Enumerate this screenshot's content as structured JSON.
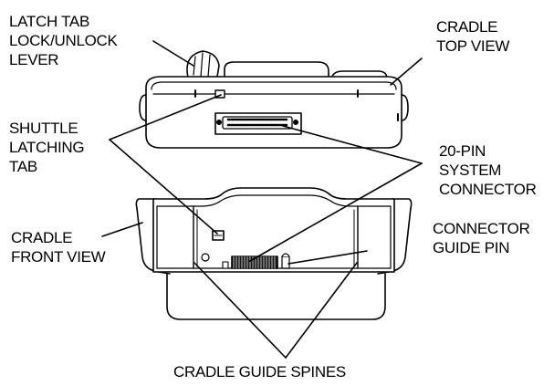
{
  "labels": {
    "latch_lever": [
      "LATCH TAB",
      "LOCK/UNLOCK",
      "LEVER"
    ],
    "top_view": [
      "CRADLE",
      "TOP VIEW"
    ],
    "shuttle_tab": [
      "SHUTTLE",
      "LATCHING",
      "TAB"
    ],
    "system_connector": [
      "20-PIN",
      "SYSTEM",
      "CONNECTOR"
    ],
    "front_view": [
      "CRADLE",
      "FRONT VIEW"
    ],
    "guide_pin": [
      "CONNECTOR",
      "GUIDE PIN"
    ],
    "guide_spines": [
      "CRADLE GUIDE SPINES"
    ]
  },
  "colors": {
    "line": "#000000",
    "fill": "#ffffff",
    "dark": "#1a1a1a"
  }
}
